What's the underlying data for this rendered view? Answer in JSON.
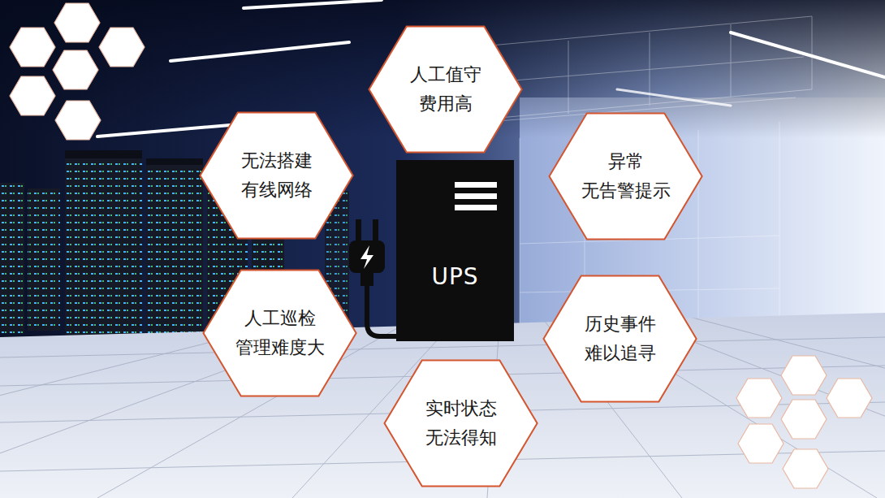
{
  "diagram": {
    "nodes": [
      {
        "text": [
          "人工值守 费用高"
        ]
      },
      {
        "text": [
          "无法搭建 有线网络"
        ]
      },
      {
        "text": [
          "异常 无告警提示"
        ]
      },
      {
        "text": [
          "UPS"
        ]
      },
      {
        "text": [
          "人工巡检 管理难度大"
        ]
      },
      {
        "text": [
          "历史事件 难以追寻"
        ]
      },
      {
        "text": [
          "实时状态 无法得知"
        ]
      }
    ]
  }
}
